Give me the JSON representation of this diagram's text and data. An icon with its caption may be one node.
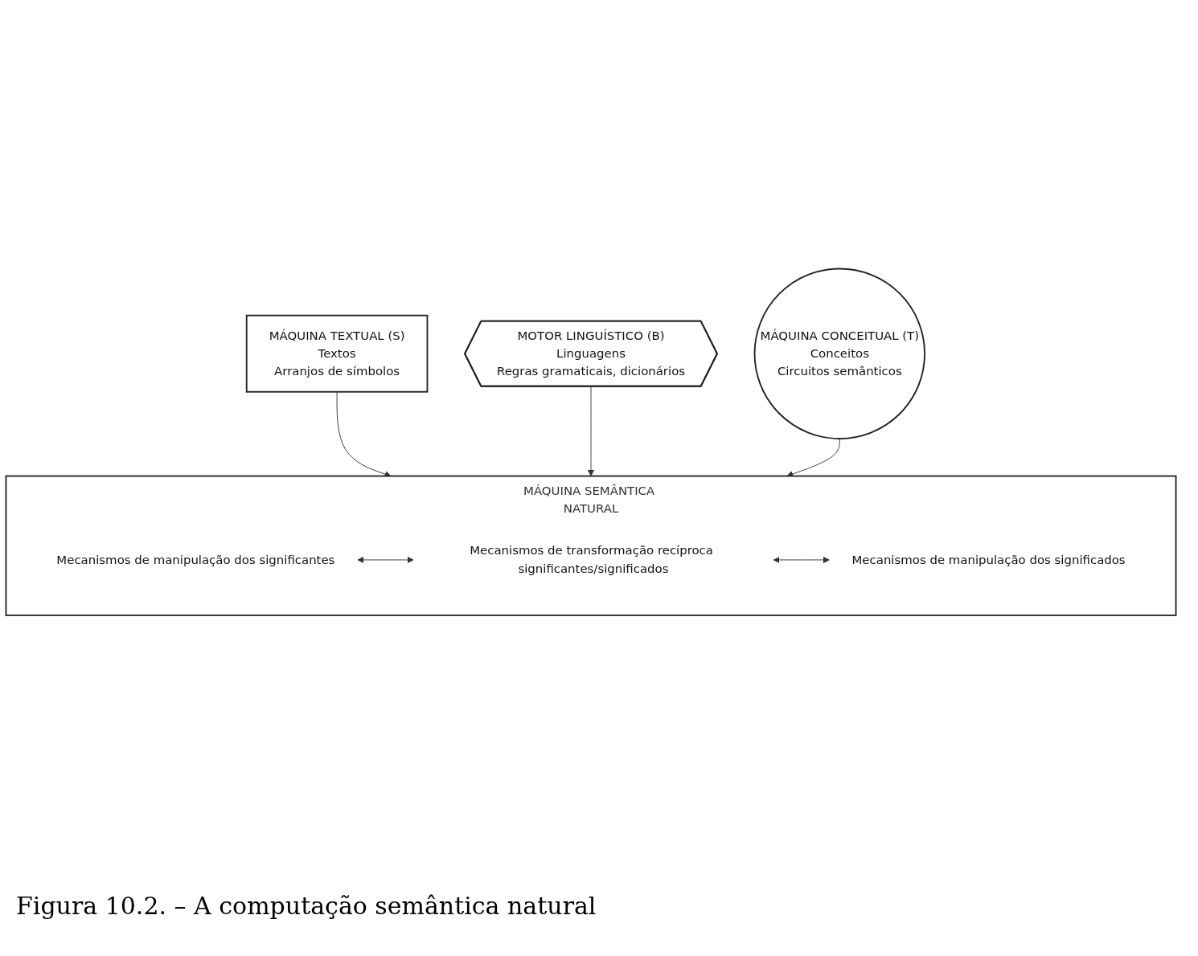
{
  "diagram": {
    "caption": "Figura 10.2. – A computação semântica natural",
    "nodes": [
      {
        "text": [
          "MÁQUINA TEXTUAL (S)",
          "Textos",
          "Arranjos de símbolos"
        ]
      },
      {
        "text": [
          "MOTOR LINGUÍSTICO (B)",
          "Linguagens",
          "Regras gramaticais, dicionários"
        ]
      },
      {
        "text": [
          "MÁQUINA CONCEITUAL (T)",
          "Conceitos",
          "Circuitos semânticos"
        ]
      },
      {
        "text": [
          "MÁQUINA SEMÂNTICA NATURAL"
        ]
      },
      {
        "text": [
          "Mecanismos de manipulação dos significantes"
        ],
        "in": 3
      },
      {
        "text": [
          "Mecanismos de transformação recíproca significantes/significados"
        ],
        "in": 3
      },
      {
        "text": [
          "Mecanismos de manipulação dos significados"
        ],
        "in": 3
      }
    ],
    "edges": [
      {
        "from": 0,
        "to": 3,
        "arrow": "to"
      },
      {
        "from": 1,
        "to": 3,
        "arrow": "to"
      },
      {
        "from": 2,
        "to": 3,
        "arrow": "to"
      },
      {
        "from": 4,
        "to": 5,
        "arrow": "both"
      },
      {
        "from": 5,
        "to": 6,
        "arrow": "both"
      }
    ]
  }
}
